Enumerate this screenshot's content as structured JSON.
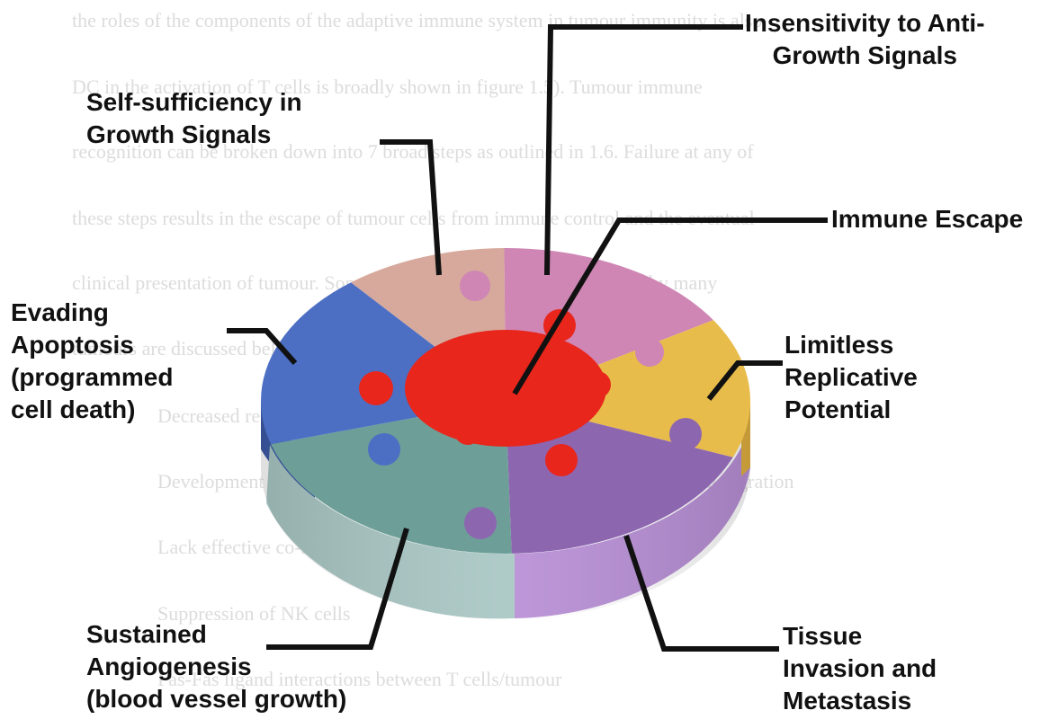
{
  "background_text": [
    "the roles of the components of the adaptive immune system in tumour immunity is also",
    "DC in the activation of T cells is broadly shown in figure 1.5). Tumour immune",
    "recognition can be broken down into 7 broad steps as outlined in 1.6. Failure at any of",
    "these steps results in the escape of tumour cells from immune control and the eventual",
    "clinical presentation of tumour. Some of the escape mechanisms utilised by many",
    "tumours are discussed below.",
    "Decreased recognition of tumour cells by the immune system:",
    "Development of tumour cells lacking recognition for their elimination/migration",
    "Lack effective co-stimulatory molecules",
    "Suppression of NK cells",
    "Fas-Fas ligand interactions between T cells/tumour"
  ],
  "hallmarks": {
    "anti_growth": "Insensitivity to Anti-\nGrowth Signals",
    "self_sufficiency": "Self-sufficiency in\nGrowth Signals",
    "immune_escape": "Immune Escape",
    "apoptosis": "Evading\nApoptosis\n(programmed\ncell death)",
    "replicative": "Limitless\nReplicative\nPotential",
    "angiogenesis": "Sustained\nAngiogenesis\n(blood vessel growth)",
    "invasion": "Tissue\nInvasion and\nMetastasis"
  },
  "colors": {
    "immune_escape": "#e8261c",
    "anti_growth": "#cf86b4",
    "self_sufficiency": "#d6a99c",
    "apoptosis": "#4c6fc4",
    "replicative": "#e8bc4a",
    "angiogenesis": "#6d9e98",
    "invasion": "#8d66b0",
    "leader": "#111111"
  }
}
